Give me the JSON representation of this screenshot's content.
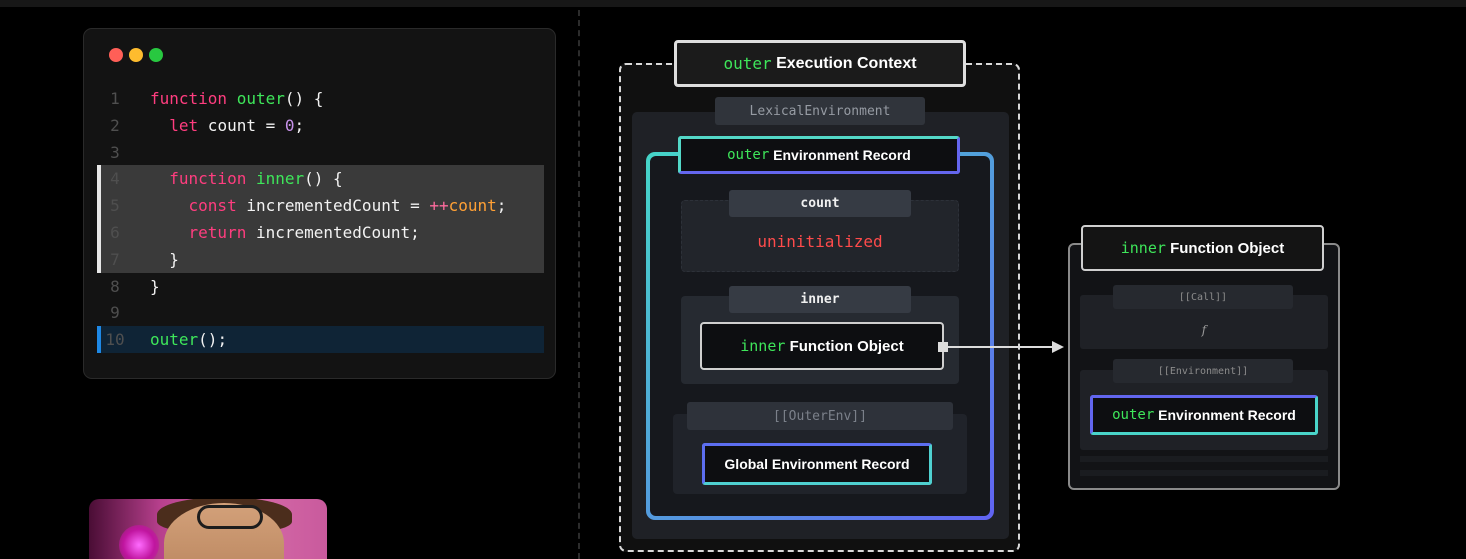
{
  "editor": {
    "lines": [
      {
        "n": "1",
        "tokens": [
          {
            "t": "function",
            "c": "kw"
          },
          {
            "t": " "
          },
          {
            "t": "outer",
            "c": "fn"
          },
          {
            "t": "() {"
          }
        ]
      },
      {
        "n": "2",
        "tokens": [
          {
            "t": "  "
          },
          {
            "t": "let",
            "c": "kw"
          },
          {
            "t": " count = "
          },
          {
            "t": "0",
            "c": "num"
          },
          {
            "t": ";"
          }
        ]
      },
      {
        "n": "3",
        "tokens": []
      },
      {
        "n": "4",
        "tokens": [
          {
            "t": "  "
          },
          {
            "t": "function",
            "c": "kw"
          },
          {
            "t": " "
          },
          {
            "t": "inner",
            "c": "fn"
          },
          {
            "t": "() {"
          }
        ]
      },
      {
        "n": "5",
        "tokens": [
          {
            "t": "    "
          },
          {
            "t": "const",
            "c": "kw"
          },
          {
            "t": " incrementedCount = "
          },
          {
            "t": "++",
            "c": "op"
          },
          {
            "t": "count",
            "c": "var"
          },
          {
            "t": ";"
          }
        ]
      },
      {
        "n": "6",
        "tokens": [
          {
            "t": "    "
          },
          {
            "t": "return",
            "c": "kw"
          },
          {
            "t": " incrementedCount;"
          }
        ]
      },
      {
        "n": "7",
        "tokens": [
          {
            "t": "  }"
          }
        ]
      },
      {
        "n": "8",
        "tokens": [
          {
            "t": "}"
          }
        ]
      },
      {
        "n": "9",
        "tokens": []
      },
      {
        "n": "10",
        "tokens": [
          {
            "t": "outer",
            "c": "fn"
          },
          {
            "t": "();"
          }
        ]
      }
    ]
  },
  "diagram": {
    "ec_title_kw": "outer",
    "ec_title": "Execution Context",
    "lexical_env_label": "LexicalEnvironment",
    "env_record_kw": "outer",
    "env_record_title": "Environment Record",
    "count_label": "count",
    "count_value": "uninitialized",
    "inner_label": "inner",
    "fo_kw": "inner",
    "fo_title": "Function Object",
    "outer_env_label": "[[OuterEnv]]",
    "global_record": "Global Environment Record"
  },
  "inner_function_object": {
    "title_kw": "inner",
    "title": "Function Object",
    "call_label": "[[Call]]",
    "call_value": "f",
    "environment_label": "[[Environment]]",
    "env_kw": "outer",
    "env_title": "Environment Record"
  },
  "colors": {
    "keyword": "#ff3d7f",
    "function_name": "#3ee65a",
    "number": "#c792ea",
    "variable": "#ffa035",
    "uninitialized": "#ff4b4b",
    "env_gradient_start": "#45d6c8",
    "env_gradient_end": "#6163f2"
  }
}
